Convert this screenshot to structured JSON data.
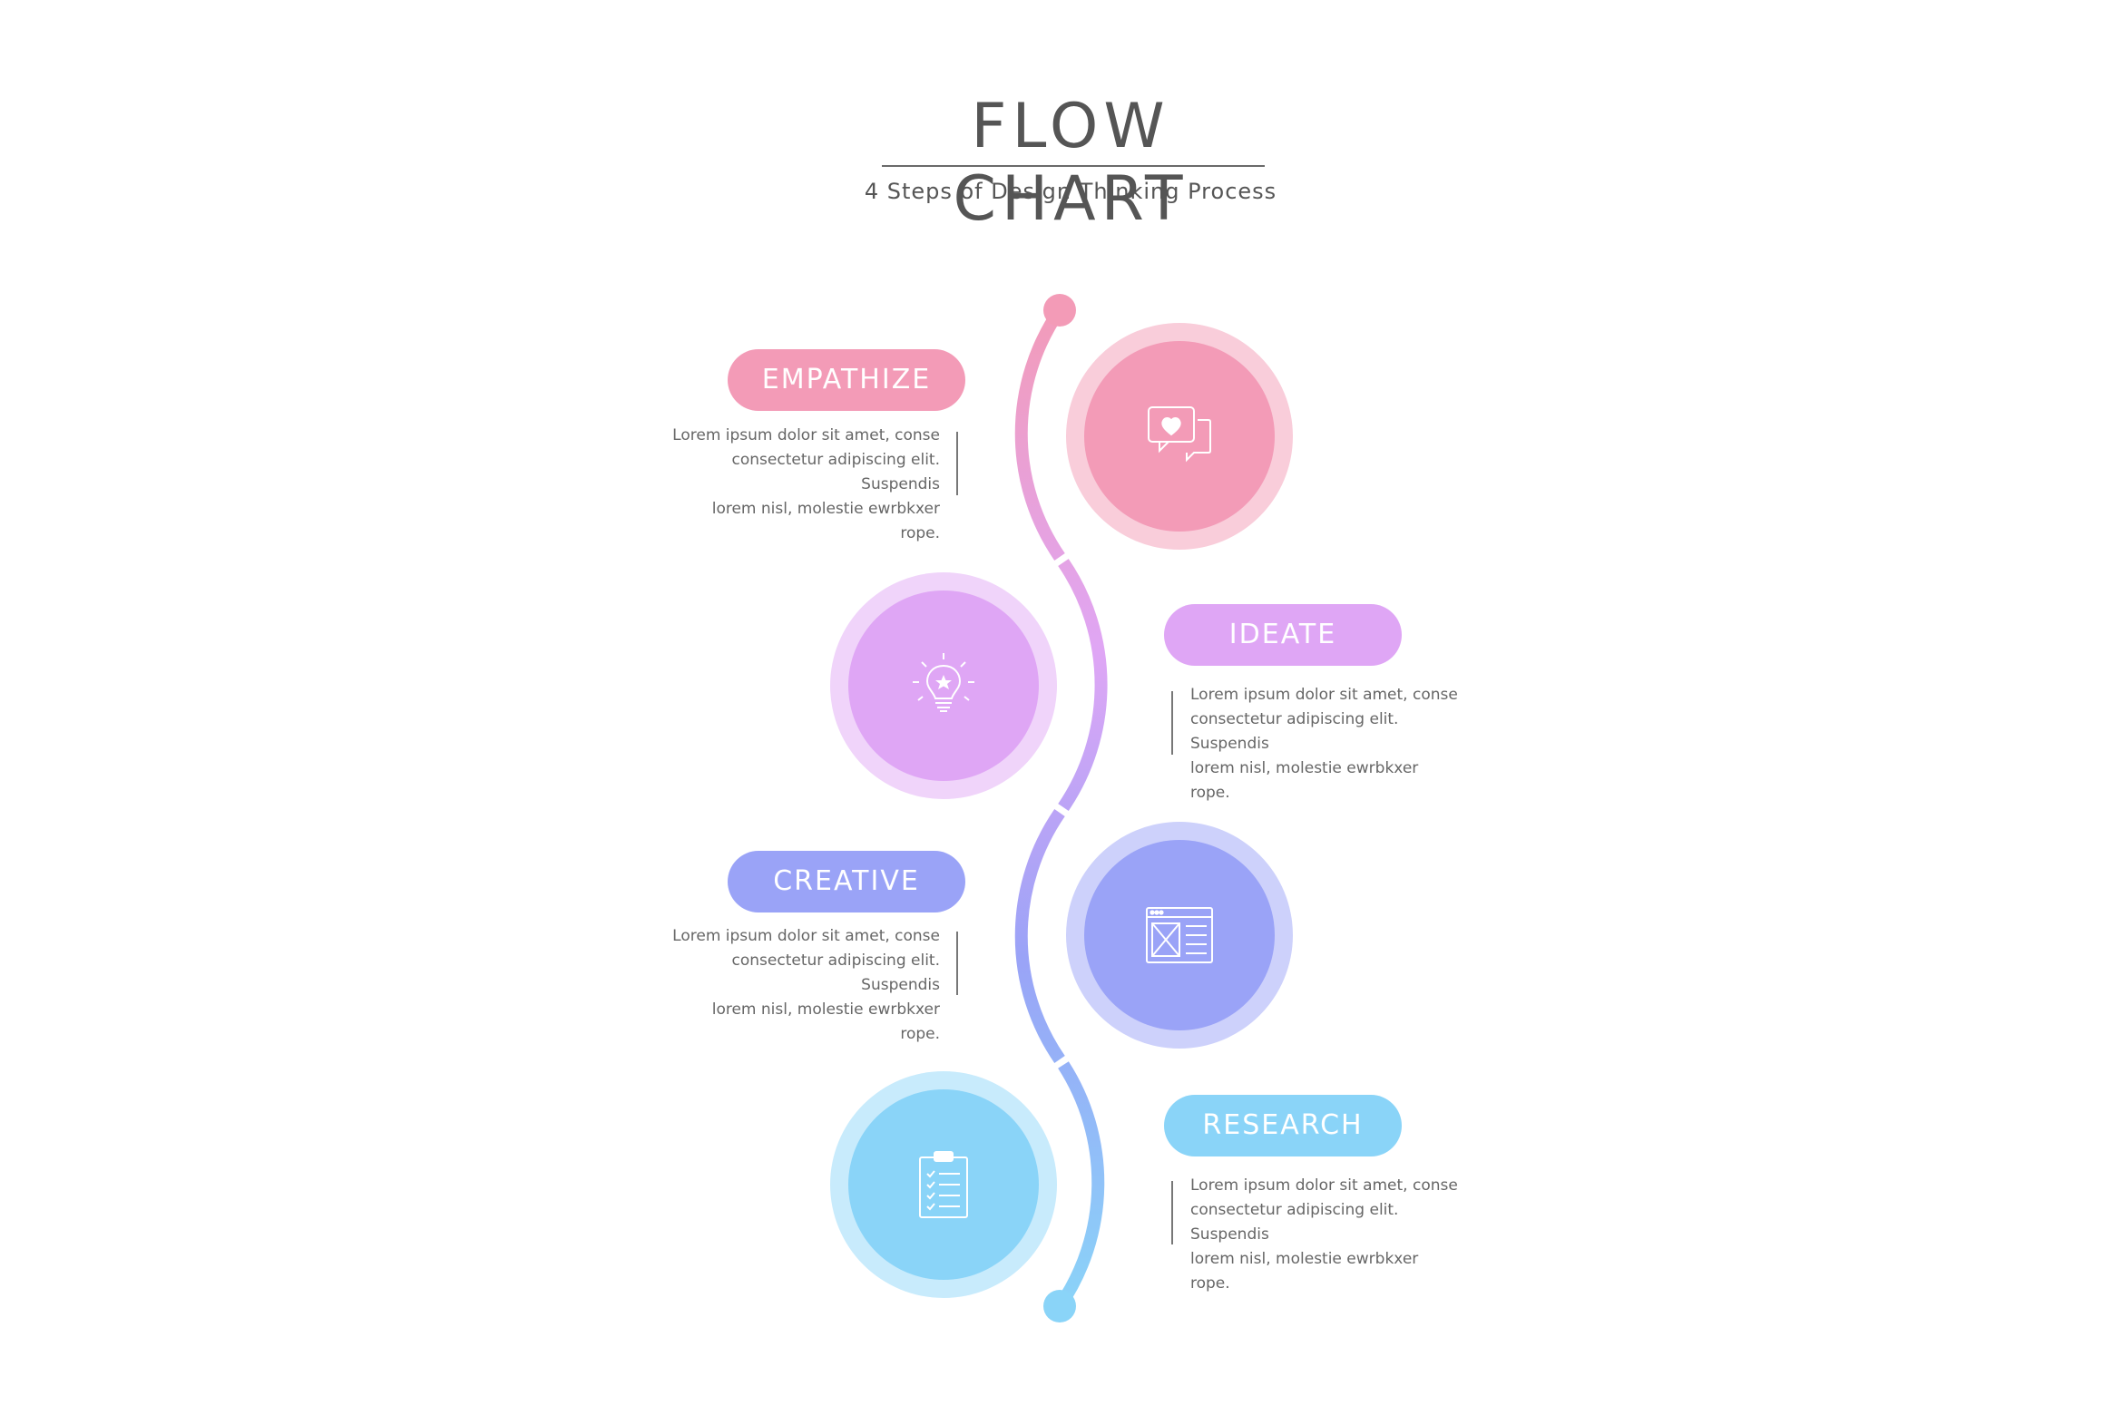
{
  "header": {
    "title": "FLOW CHART",
    "subtitle": "4 Steps of Design Thinking Process"
  },
  "steps": [
    {
      "label": "EMPATHIZE",
      "color": "#f39bb7",
      "halo": "#f9cdda",
      "icon": "chat-heart-icon",
      "text": [
        "Lorem ipsum dolor sit amet, conse",
        "consectetur adipiscing elit. Suspendis",
        "lorem nisl, molestie ewrbkxer rope."
      ]
    },
    {
      "label": "IDEATE",
      "color": "#dfa6f5",
      "halo": "#f0d4fa",
      "icon": "lightbulb-icon",
      "text": [
        "Lorem ipsum dolor sit amet, conse",
        "consectetur adipiscing elit. Suspendis",
        "lorem nisl, molestie ewrbkxer rope."
      ]
    },
    {
      "label": "CREATIVE",
      "color": "#9aa3f7",
      "halo": "#cdd1fb",
      "icon": "browser-wireframe-icon",
      "text": [
        "Lorem ipsum dolor sit amet, conse",
        "consectetur adipiscing elit. Suspendis",
        "lorem nisl, molestie ewrbkxer rope."
      ]
    },
    {
      "label": "RESEARCH",
      "color": "#8ad4f8",
      "halo": "#c8ebfc",
      "icon": "clipboard-checklist-icon",
      "text": [
        "Lorem ipsum dolor sit amet, conse",
        "consectetur adipiscing elit. Suspendis",
        "lorem nisl, molestie ewrbkxer rope."
      ]
    }
  ]
}
